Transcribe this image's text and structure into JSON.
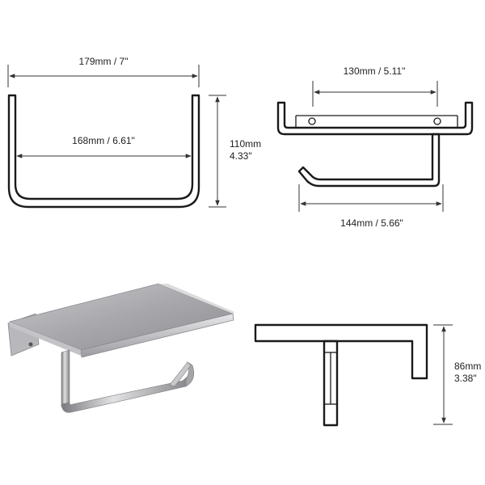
{
  "dimensions": {
    "front_width": "179mm / 7\"",
    "front_inner_width": "168mm / 6.61\"",
    "front_height_mm": "110mm",
    "front_height_in": "4.33\"",
    "top_hole_spacing": "130mm / 5.11\"",
    "top_arm_length": "144mm / 5.66\"",
    "side_height_mm": "86mm",
    "side_height_in": "3.38\""
  },
  "colors": {
    "line": "#1a1a1a",
    "metal_light": "#d6d6d8",
    "metal_mid": "#a9a9ad",
    "metal_dark": "#6e6e73"
  }
}
